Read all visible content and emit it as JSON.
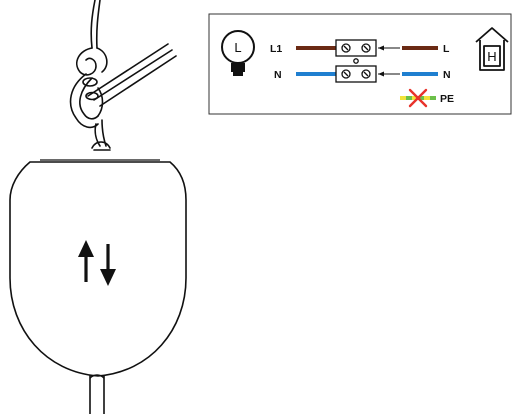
{
  "lamp_label": "L",
  "house_label": "H",
  "wiring": {
    "lamp_side": [
      "L1",
      "N"
    ],
    "house_side": [
      "L",
      "N"
    ],
    "earth": "PE"
  },
  "colors": {
    "live_wire": "#6b2a14",
    "neutral_wire": "#1f7fd0",
    "earth_green": "#6cc04a",
    "earth_yellow": "#f2e33a",
    "cross_out": "#e8322b"
  },
  "icons": [
    "lamp-icon",
    "house-icon",
    "terminal-block-icon",
    "up-down-arrows-icon",
    "ceiling-hook-icon"
  ]
}
